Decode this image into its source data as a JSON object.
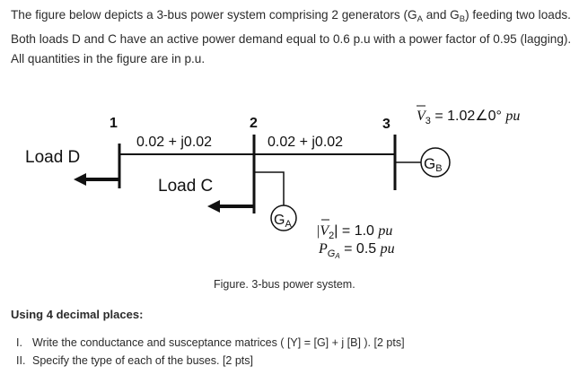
{
  "intro": {
    "part1": "The figure below depicts a 3-bus power system comprising 2 generators (G",
    "sub1": "A",
    "part2": " and G",
    "sub2": "B",
    "part3": ") feeding two loads. Both loads D and C have an active power demand equal to 0.6 p.u with a power factor of 0.95 (lagging). All quantities in the figure are in p.u."
  },
  "figure": {
    "bus1": "1",
    "bus2": "2",
    "bus3": "3",
    "line12": "0.02 + j0.02",
    "line23": "0.02 + j0.02",
    "load_d": "Load D",
    "load_c": "Load C",
    "gen_a_letter": "G",
    "gen_a_sub": "A",
    "gen_b_letter": "G",
    "gen_b_sub": "B",
    "v3_symbol": "V",
    "v3_sub": "3",
    "v3_value": " = 1.02∠0° ",
    "v3_unit": "pu",
    "v2_symbol": "|V",
    "v2_sub": "2",
    "v2_value": "| = 1.0 ",
    "v2_unit": "pu",
    "pga_symbol": "P",
    "pga_sub": "G",
    "pga_subsub": "A",
    "pga_value": " = 0.5 ",
    "pga_unit": "pu",
    "caption": "Figure. 3-bus power system."
  },
  "heading": "Using 4 decimal places:",
  "questions": [
    {
      "num": "I.",
      "text": "Write the conductance and susceptance matrices ( [Y] = [G] + j [B] ). [2 pts]"
    },
    {
      "num": "II.",
      "text": "Specify the type of each of the buses. [2 pts]"
    }
  ]
}
